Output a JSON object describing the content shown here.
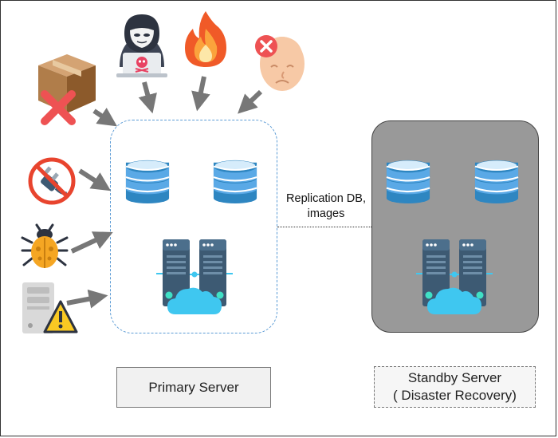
{
  "primary": {
    "label": "Primary Server"
  },
  "standby": {
    "label_line1": "Standby Server",
    "label_line2": "( Disaster Recovery)"
  },
  "replication": {
    "label_line1": "Replication DB,",
    "label_line2": "images"
  },
  "threats": [
    {
      "icon": "lost-package-icon"
    },
    {
      "icon": "hacker-icon"
    },
    {
      "icon": "fire-icon"
    },
    {
      "icon": "sick-person-icon"
    },
    {
      "icon": "power-outage-icon"
    },
    {
      "icon": "bug-icon"
    },
    {
      "icon": "server-warning-icon"
    }
  ],
  "colors": {
    "primary_border": "#5b9bd5",
    "standby_fill": "#999999",
    "db_blue": "#5aa9e6",
    "server_dark": "#3d5a73",
    "cloud": "#3fc7f0",
    "arrow": "#777777"
  }
}
